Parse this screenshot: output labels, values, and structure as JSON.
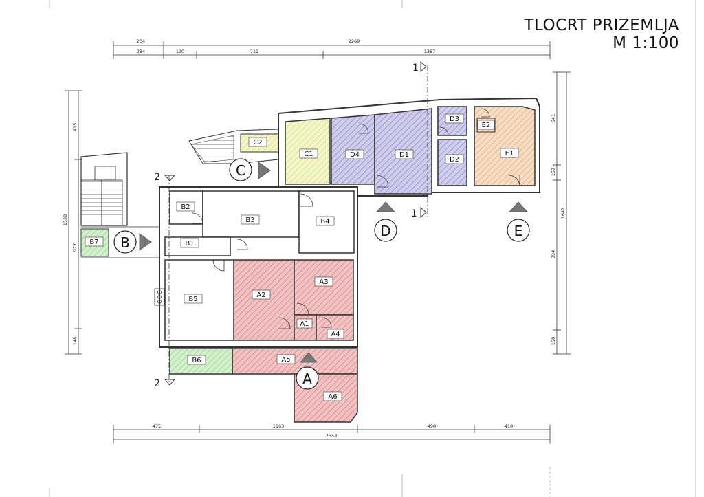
{
  "sheet": {
    "title": "TLOCRT PRIZEMLJA",
    "scale": "M 1:100"
  },
  "rooms": {
    "A1": "A1",
    "A2": "A2",
    "A3": "A3",
    "A4": "A4",
    "A5": "A5",
    "A6": "A6",
    "B1": "B1",
    "B2": "B2",
    "B3": "B3",
    "B4": "B4",
    "B5": "B5",
    "B6": "B6",
    "B7": "B7",
    "C1": "C1",
    "C2": "C2",
    "D1": "D1",
    "D2": "D2",
    "D3": "D3",
    "D4": "D4",
    "E1": "E1",
    "E2": "E2"
  },
  "entrances": {
    "A": "A",
    "B": "B",
    "C": "C",
    "D": "D",
    "E": "E"
  },
  "sections": {
    "s1": "1",
    "s2": "2"
  },
  "dims_top": {
    "total": "2269",
    "a": "284",
    "b": "284",
    "c": "190",
    "d": "712",
    "e": "1367"
  },
  "dims_bottom": {
    "total": "2553",
    "a": "475",
    "b": "1163",
    "c": "498",
    "d": "418"
  },
  "dims_left": {
    "total": "1538",
    "a": "415",
    "b": "977",
    "c": "148"
  },
  "dims_right": {
    "total": "1642",
    "a": "541",
    "b": "157",
    "c": "894",
    "d": "150"
  },
  "colors": {
    "A": "#e09a9a",
    "B": "#aee0a0",
    "C": "#e8ec9a",
    "D": "#9a98d8",
    "E": "#f1c49a"
  }
}
